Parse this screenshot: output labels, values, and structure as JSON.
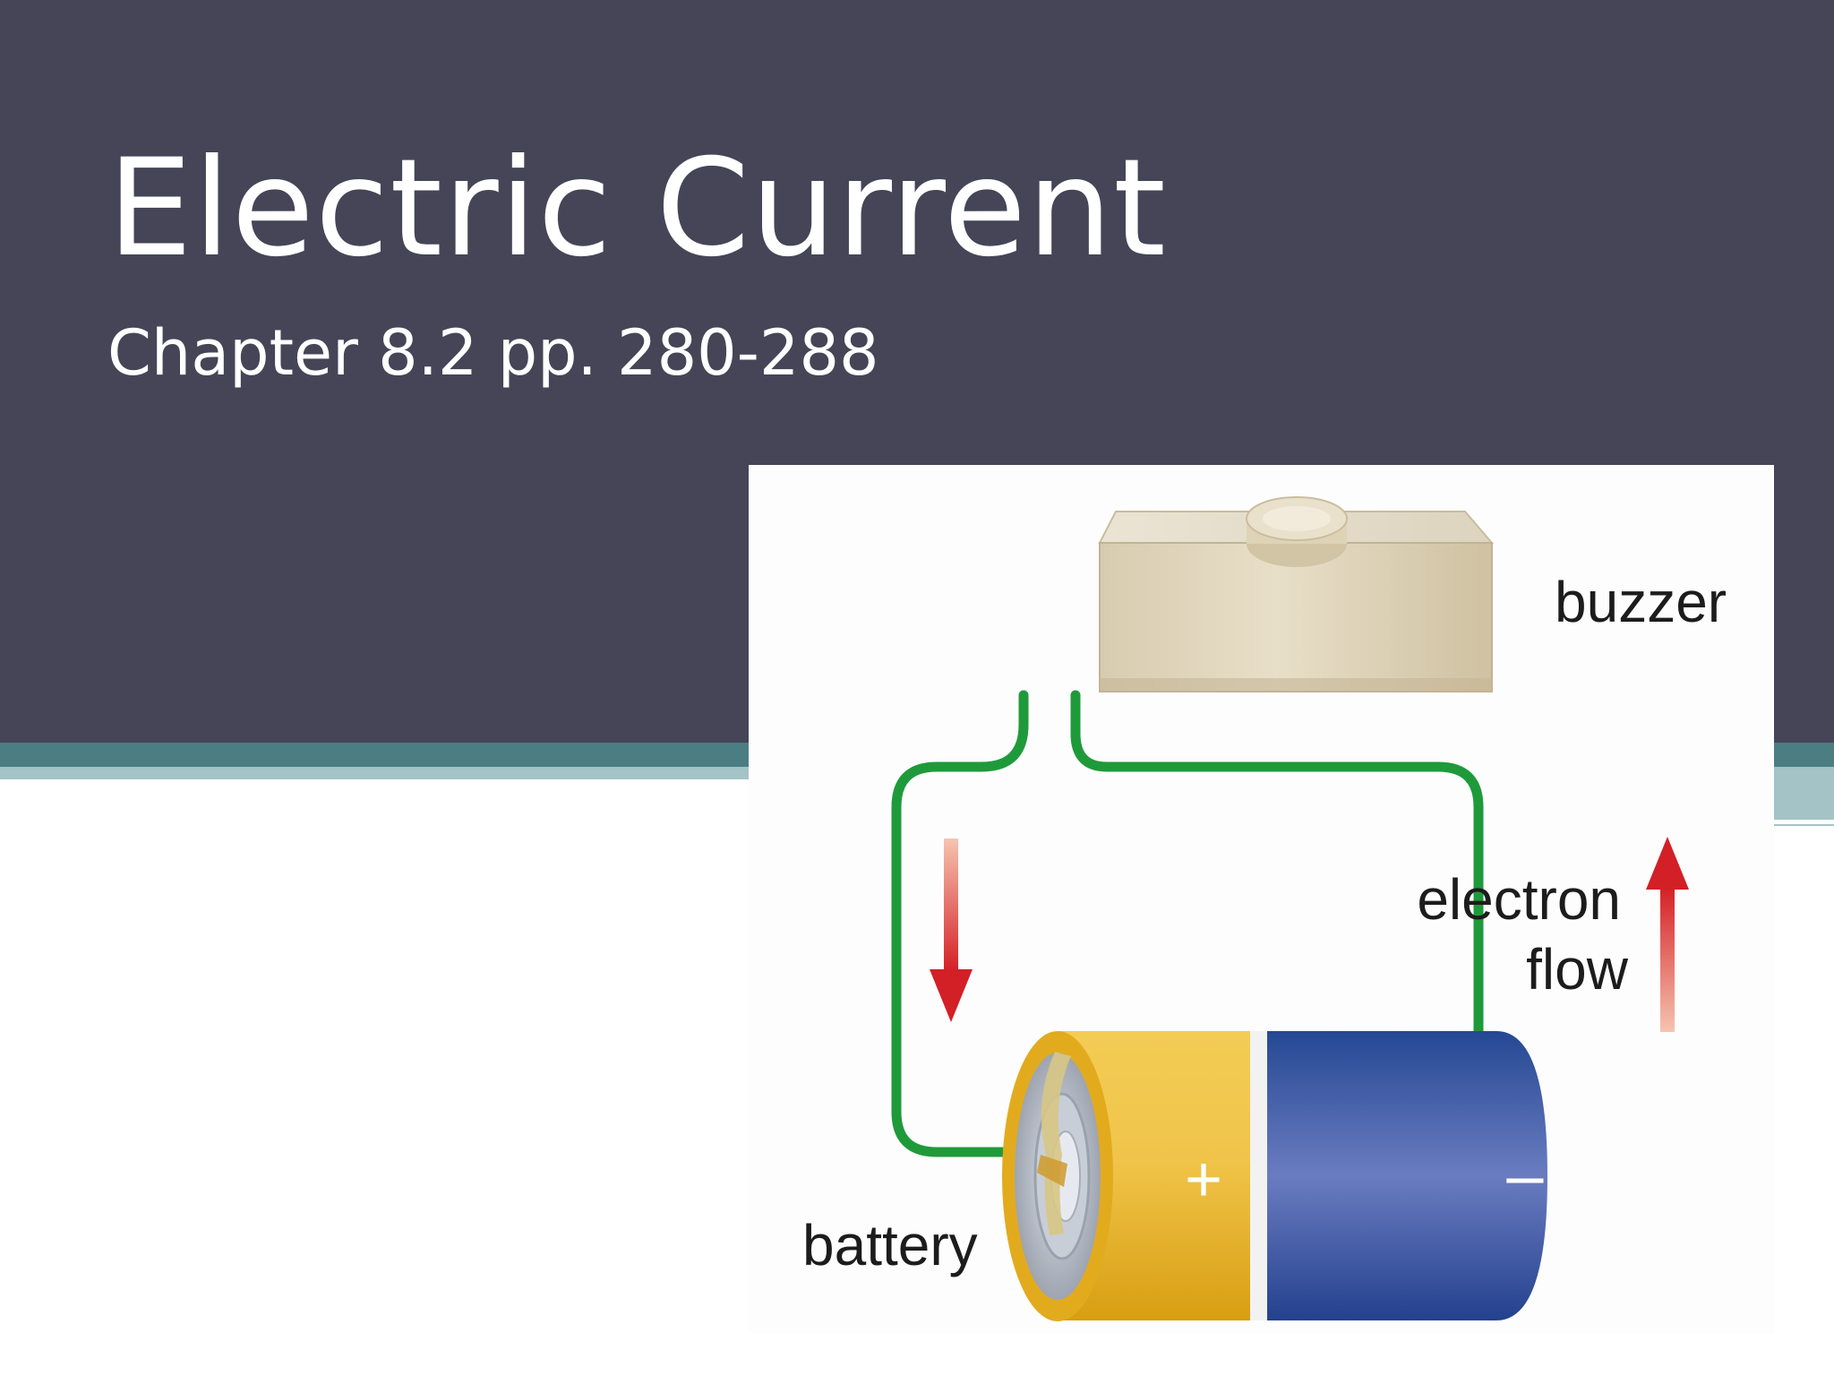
{
  "slide": {
    "title": "Electric Current",
    "subtitle": "Chapter 8.2 pp. 280-288"
  },
  "figure": {
    "labels": {
      "buzzer": "buzzer",
      "electron_flow_line1": "electron",
      "electron_flow_line2": "flow",
      "battery": "battery",
      "positive_terminal": "+",
      "negative_terminal": "–"
    }
  },
  "colors": {
    "header_bg": "#454557",
    "band_dark": "#4a7e83",
    "band_light": "#a3c3c6",
    "wire": "#1f9a3a",
    "arrow": "#d31f26",
    "battery_gold": "#e9b52c",
    "battery_blue": "#2f4f9e"
  }
}
